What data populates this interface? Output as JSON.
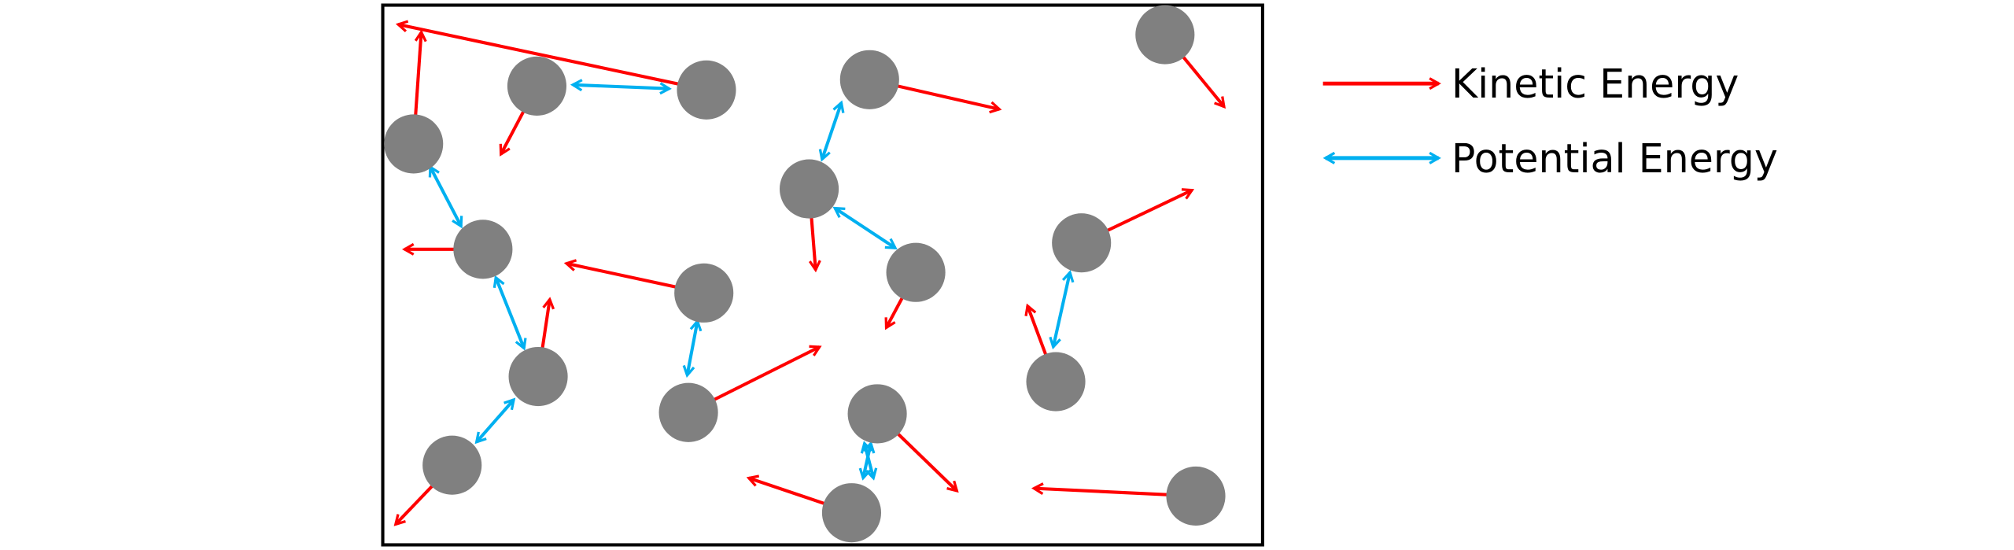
{
  "legend": {
    "kinetic_label": "Kinetic Energy",
    "potential_label": "Potential Energy"
  },
  "colors": {
    "kinetic": "#ff0000",
    "potential": "#00b0f0",
    "particle": "#808080",
    "border": "#000000"
  },
  "particle_count": 17,
  "kinetic_arrow_count": 17,
  "potential_link_count": 9
}
